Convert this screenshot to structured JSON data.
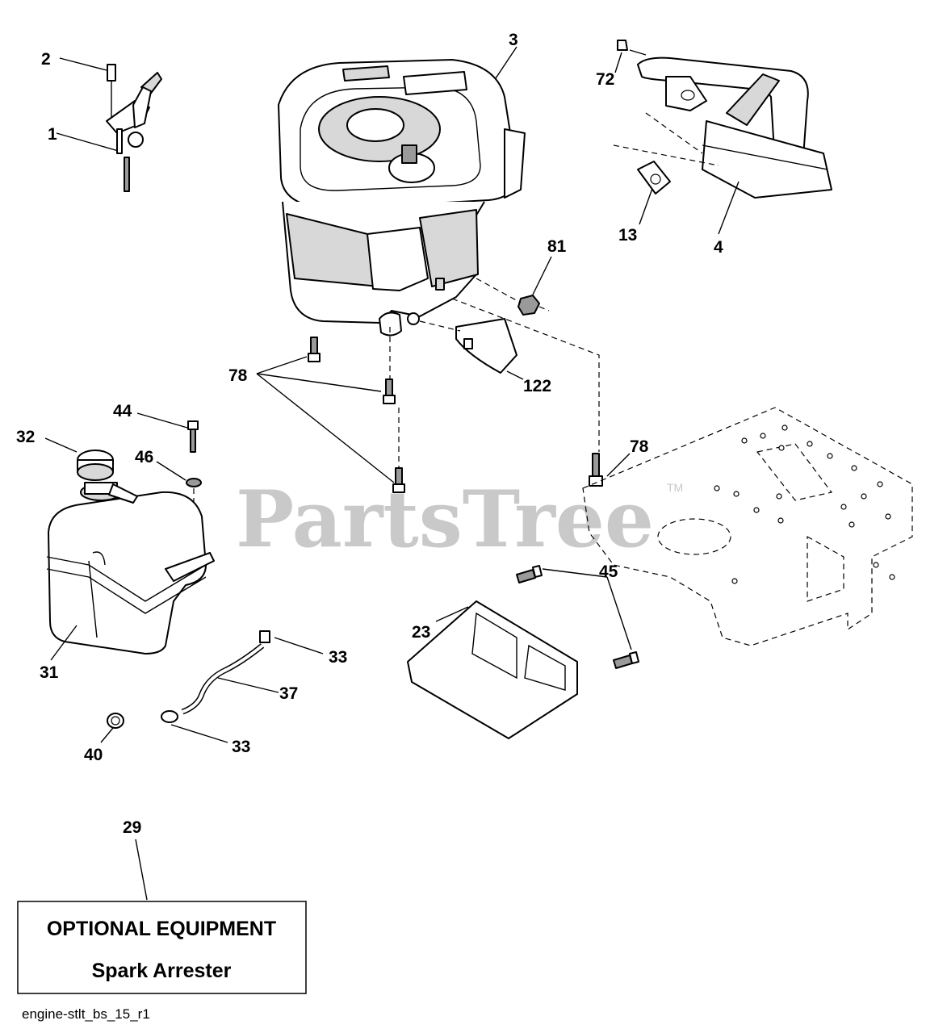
{
  "watermark": {
    "text": "PartsTree",
    "trademark": "TM"
  },
  "callouts": [
    {
      "id": "c1",
      "label": "1"
    },
    {
      "id": "c2",
      "label": "2"
    },
    {
      "id": "c3",
      "label": "3"
    },
    {
      "id": "c4",
      "label": "4"
    },
    {
      "id": "c13",
      "label": "13"
    },
    {
      "id": "c72",
      "label": "72"
    },
    {
      "id": "c81",
      "label": "81"
    },
    {
      "id": "c78a",
      "label": "78"
    },
    {
      "id": "c78b",
      "label": "78"
    },
    {
      "id": "c122",
      "label": "122"
    },
    {
      "id": "c44",
      "label": "44"
    },
    {
      "id": "c32",
      "label": "32"
    },
    {
      "id": "c46",
      "label": "46"
    },
    {
      "id": "c31",
      "label": "31"
    },
    {
      "id": "c33a",
      "label": "33"
    },
    {
      "id": "c37",
      "label": "37"
    },
    {
      "id": "c33b",
      "label": "33"
    },
    {
      "id": "c40",
      "label": "40"
    },
    {
      "id": "c23",
      "label": "23"
    },
    {
      "id": "c45",
      "label": "45"
    },
    {
      "id": "c29",
      "label": "29"
    }
  ],
  "optional_box": {
    "title": "OPTIONAL EQUIPMENT",
    "item": "Spark Arrester"
  },
  "file_name": "engine-stlt_bs_15_r1"
}
